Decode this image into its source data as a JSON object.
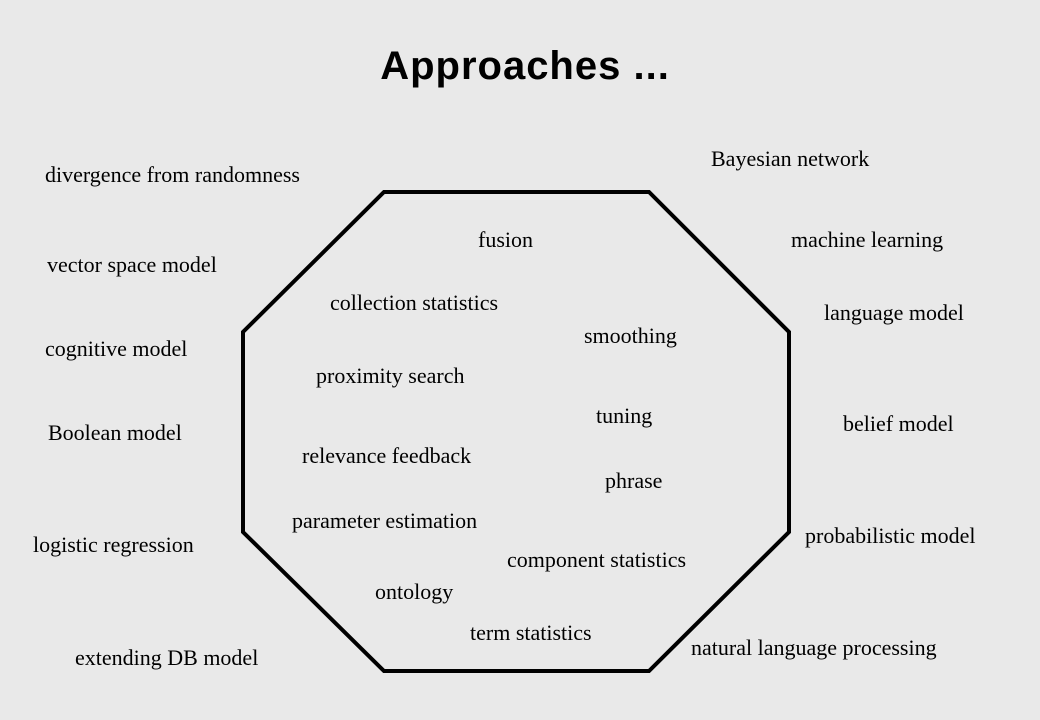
{
  "title": "Approaches ...",
  "outer_left": [
    "divergence from randomness",
    "vector space model",
    "cognitive model",
    "Boolean model",
    "logistic regression",
    "extending DB model"
  ],
  "outer_right": [
    "Bayesian network",
    "machine learning",
    "language model",
    "belief model",
    "probabilistic model",
    "natural language processing"
  ],
  "inner": [
    "fusion",
    "collection statistics",
    "smoothing",
    "proximity search",
    "tuning",
    "relevance feedback",
    "phrase",
    "parameter estimation",
    "component statistics",
    "ontology",
    "term statistics"
  ]
}
